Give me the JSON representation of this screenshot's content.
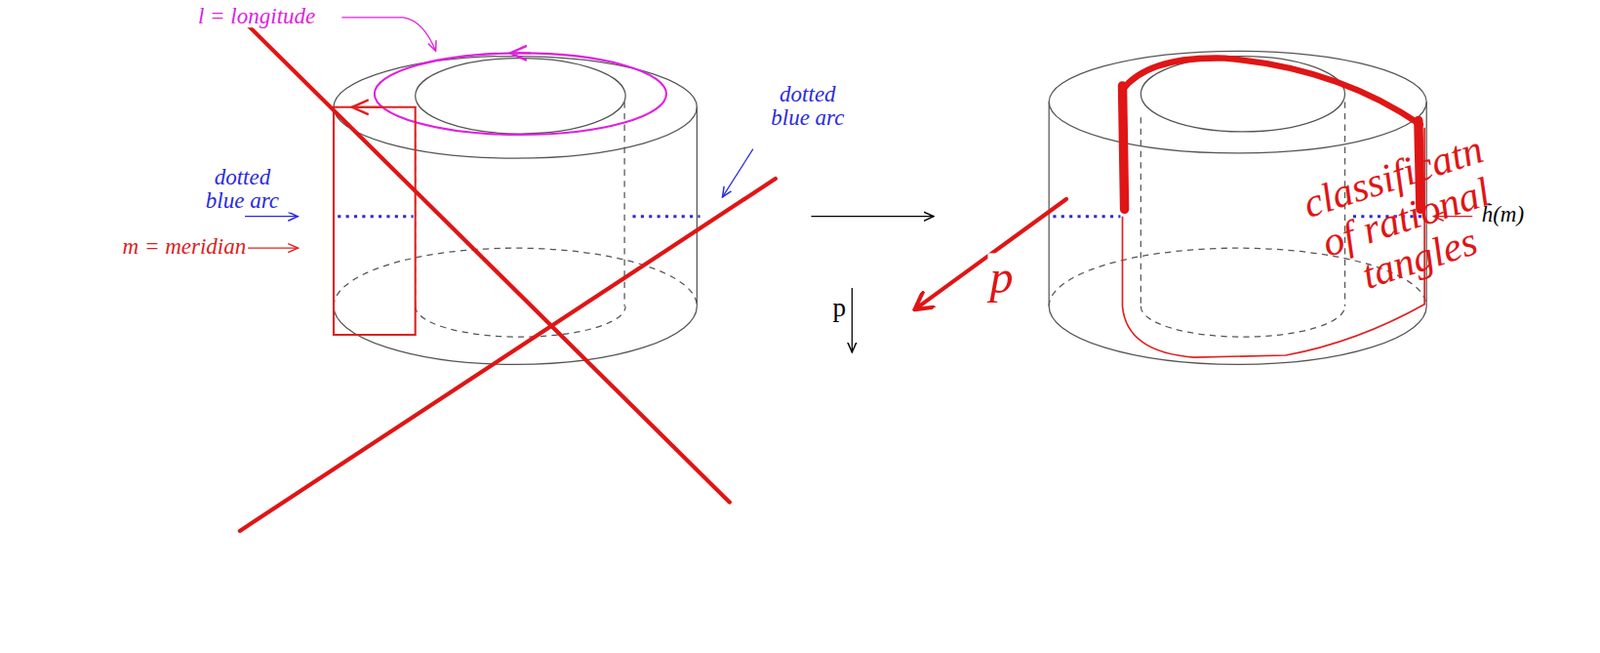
{
  "diagram": {
    "labels": [
      "l = longitude",
      "dotted blue arc",
      "dotted blue arc",
      "m = meridian",
      "p",
      "h̄(m)",
      "p",
      "classificatn of rational tangles"
    ]
  }
}
